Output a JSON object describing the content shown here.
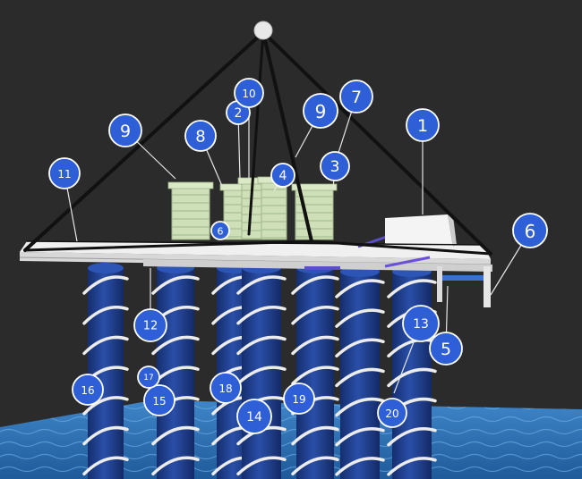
{
  "colors": {
    "background": "#2b2b2b",
    "water": "#2f6fb0",
    "column": "#1f3f8f",
    "helix": "#e8e8e8",
    "deck": "#eeeeee",
    "frame": "#111111",
    "building": "#cfe0b8",
    "callout": "#2f5fd6",
    "callout_border": "#ffffff"
  },
  "callouts": [
    {
      "id": "c1",
      "label": "1"
    },
    {
      "id": "c2",
      "label": "2"
    },
    {
      "id": "c3",
      "label": "3"
    },
    {
      "id": "c4",
      "label": "4"
    },
    {
      "id": "c5",
      "label": "5"
    },
    {
      "id": "c6a",
      "label": "6"
    },
    {
      "id": "c6b",
      "label": "6"
    },
    {
      "id": "c7",
      "label": "7"
    },
    {
      "id": "c8",
      "label": "8"
    },
    {
      "id": "c9a",
      "label": "9"
    },
    {
      "id": "c9b",
      "label": "9"
    },
    {
      "id": "c10",
      "label": "10"
    },
    {
      "id": "c11",
      "label": "11"
    },
    {
      "id": "c12",
      "label": "12"
    },
    {
      "id": "c13",
      "label": "13"
    },
    {
      "id": "c14",
      "label": "14"
    },
    {
      "id": "c15",
      "label": "15"
    },
    {
      "id": "c16",
      "label": "16"
    },
    {
      "id": "c17",
      "label": "17"
    },
    {
      "id": "c18",
      "label": "18"
    },
    {
      "id": "c19",
      "label": "19"
    },
    {
      "id": "c20",
      "label": "20"
    }
  ]
}
